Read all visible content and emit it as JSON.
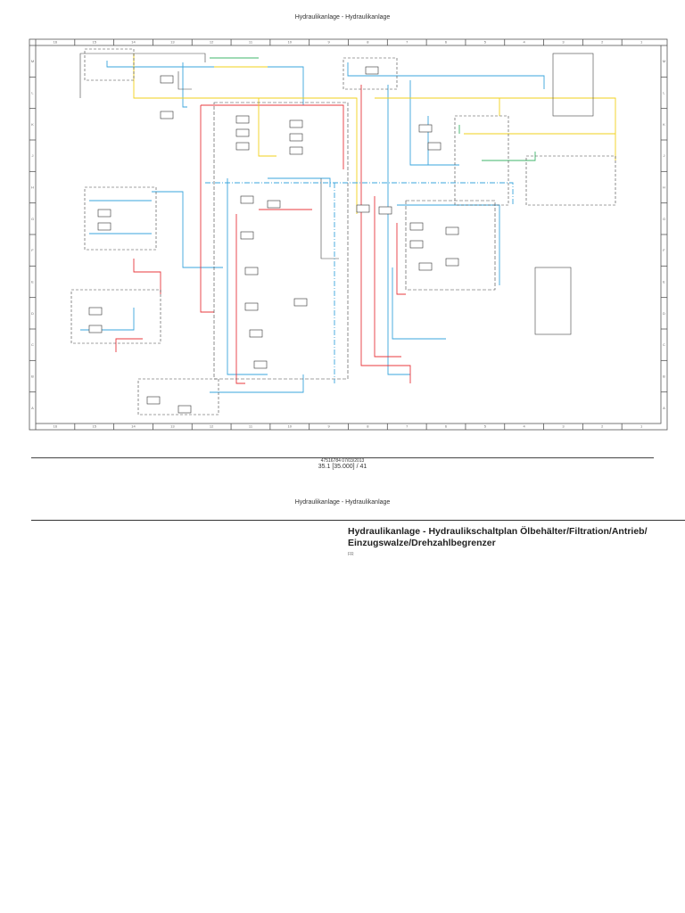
{
  "page1": {
    "header": "Hydraulikanlage - Hydraulikanlage",
    "schematic": {
      "columns": [
        "16",
        "15",
        "14",
        "13",
        "12",
        "11",
        "10",
        "9",
        "8",
        "7",
        "6",
        "5",
        "4",
        "3",
        "2",
        "1"
      ],
      "rows": [
        "M",
        "L",
        "K",
        "J",
        "H",
        "G",
        "F",
        "E",
        "D",
        "C",
        "B",
        "A"
      ],
      "line_colors": {
        "pressure": "#e8383d",
        "return": "#3aa6dc",
        "pilot": "#f2d21b",
        "supply": "#3fb56b",
        "control": "#333333"
      }
    },
    "footer": {
      "doc_id": "47516784 07/03/2013",
      "page_ref": "35.1 [35.000] / 41"
    }
  },
  "page2": {
    "header": "Hydraulikanlage - Hydraulikanlage",
    "title": "Hydraulikanlage - Hydraulikschaltplan Ölbehälter/Filtration/Antrieb/ Einzugswalze/Drehzahlbegrenzer",
    "lang": "FR"
  }
}
